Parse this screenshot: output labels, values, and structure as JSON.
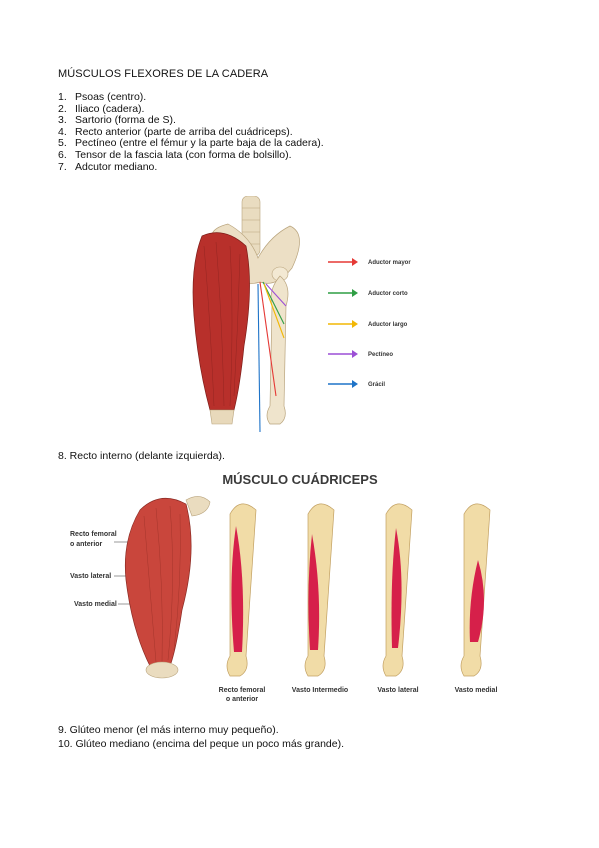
{
  "heading": "MÚSCULOS FLEXORES DE LA CADERA",
  "list_items": [
    {
      "num": "1.",
      "text": "Psoas (centro)."
    },
    {
      "num": "2.",
      "text": "Iliaco (cadera)."
    },
    {
      "num": "3.",
      "text": "Sartorio (forma de S)."
    },
    {
      "num": "4.",
      "text": "Recto anterior (parte de arriba del cuádriceps)."
    },
    {
      "num": "5.",
      "text": "Pectíneo (entre el fémur y la parte baja de la cadera)."
    },
    {
      "num": "6.",
      "text": "Tensor de la fascia lata (con forma de bolsillo)."
    },
    {
      "num": "7.",
      "text": "Adcutor mediano."
    }
  ],
  "figure1": {
    "legend": [
      {
        "label": "Aductor mayor",
        "color": "#e53935"
      },
      {
        "label": "Aductor corto",
        "color": "#2e9e44"
      },
      {
        "label": "Aductor largo",
        "color": "#f2b705"
      },
      {
        "label": "Pectíneo",
        "color": "#9c4fd6"
      },
      {
        "label": "Grácil",
        "color": "#1e73c8"
      }
    ]
  },
  "item8": "8. Recto interno (delante izquierda).",
  "figure2": {
    "title": "MÚSCULO CUÁDRICEPS",
    "side_labels": [
      "Recto femoral",
      "o anterior",
      "Vasto lateral",
      "Vasto medial"
    ],
    "bottom_labels": [
      {
        "line1": "Recto femoral",
        "line2": "o anterior"
      },
      {
        "line1": "Vasto Intermedio",
        "line2": ""
      },
      {
        "line1": "Vasto lateral",
        "line2": ""
      },
      {
        "line1": "Vasto medial",
        "line2": ""
      }
    ]
  },
  "item9": "9. Glúteo menor (el más interno muy pequeño).",
  "item10": "10. Glúteo mediano (encima del peque un poco más grande)."
}
